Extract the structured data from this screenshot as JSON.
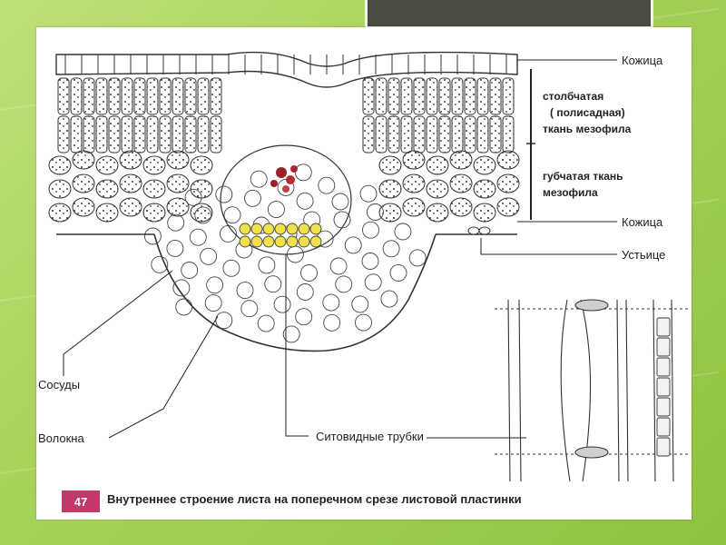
{
  "labels": {
    "kozhitsa_top": "Кожица",
    "palisade_line1": "столбчатая",
    "palisade_line2": "( полисадная)",
    "palisade_line3": "ткань мезофила",
    "spongy_line1": "губчатая ткань",
    "spongy_line2": "мезофила",
    "kozhitsa_bottom": "Кожица",
    "ustitse": "Устьице",
    "sosudy": "Сосуды",
    "volokna": "Волокна",
    "sitovidnye": "Ситовидные трубки"
  },
  "caption": {
    "number": "47",
    "text": "Внутреннее строение листа на поперечном срезе листовой пластинки"
  },
  "colors": {
    "background": "#a8d35a",
    "slide": "#ffffff",
    "xylem": "#9a1f2a",
    "phloem": "#f0e04a",
    "badge": "#c0396a",
    "cell_dots": "#2a4a1a"
  }
}
